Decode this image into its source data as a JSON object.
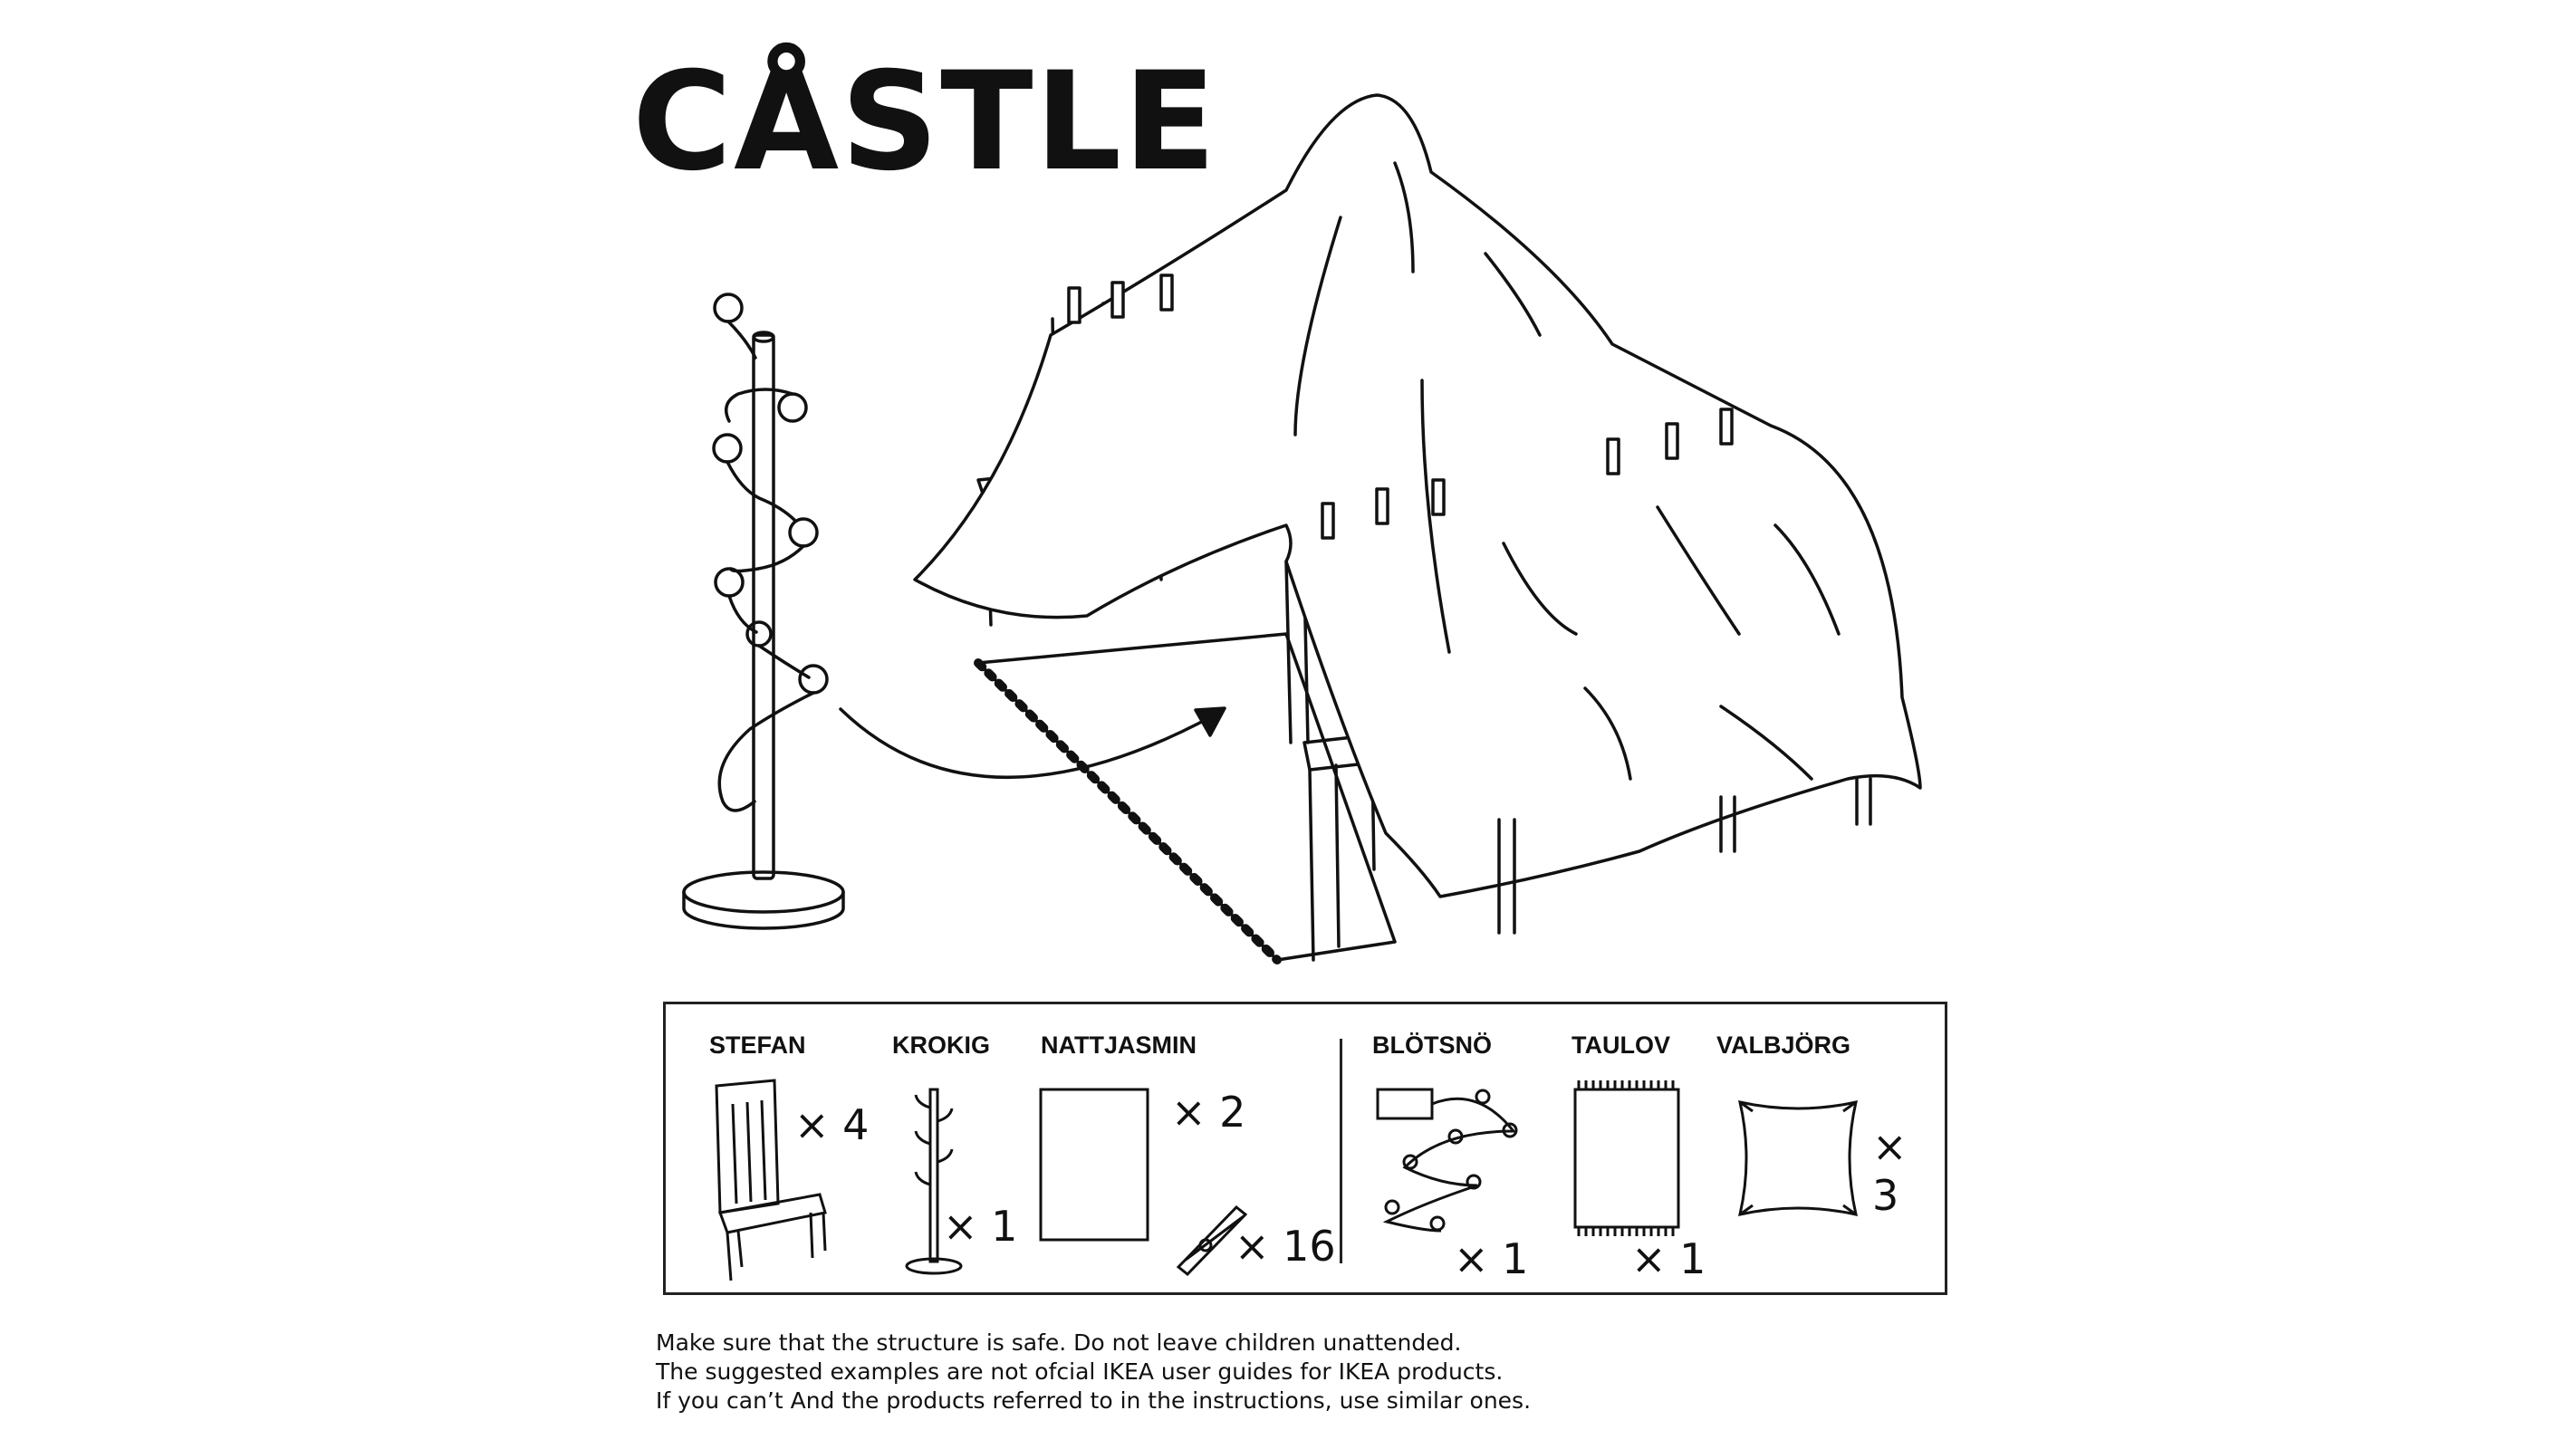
{
  "title": "CÅSTLE",
  "parts": [
    {
      "name": "STEFAN",
      "qty": "× 4",
      "icon": "chair-icon"
    },
    {
      "name": "KROKIG",
      "qty": "× 1",
      "icon": "coat-stand-icon"
    },
    {
      "name": "NATTJASMIN",
      "qty": "× 2",
      "icon": "sheet-icon"
    },
    {
      "name": "",
      "qty": "× 16",
      "icon": "clothespin-icon"
    },
    {
      "name": "BLÖTSNÖ",
      "qty": "× 1",
      "icon": "string-lights-icon"
    },
    {
      "name": "TAULOV",
      "qty": "× 1",
      "icon": "rug-icon"
    },
    {
      "name": "VALBJÖRG",
      "qty": "× 3",
      "icon": "pillow-icon"
    }
  ],
  "notes": [
    "Make sure that the structure is safe.  Do not leave children unattended.",
    "The suggested examples are not ofcial IKEA user guides for IKEA products.",
    "If you can’t And the products referred to in the instructions, use similar ones."
  ]
}
